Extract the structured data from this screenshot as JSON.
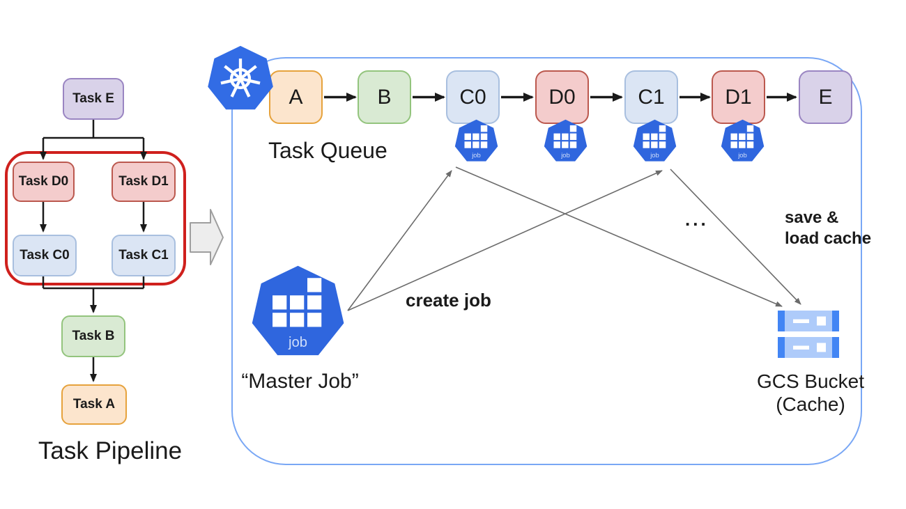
{
  "pipeline": {
    "title": "Task Pipeline",
    "nodes": {
      "e": {
        "label": "Task E",
        "type": "purple"
      },
      "d0": {
        "label": "Task D0",
        "type": "red"
      },
      "d1": {
        "label": "Task D1",
        "type": "red"
      },
      "c0": {
        "label": "Task C0",
        "type": "blue"
      },
      "c1": {
        "label": "Task C1",
        "type": "blue"
      },
      "b": {
        "label": "Task B",
        "type": "green"
      },
      "a": {
        "label": "Task A",
        "type": "orange"
      }
    }
  },
  "queue": {
    "title": "Task Queue",
    "nodes": [
      {
        "label": "A",
        "type": "orange"
      },
      {
        "label": "B",
        "type": "green"
      },
      {
        "label": "C0",
        "type": "blue"
      },
      {
        "label": "D0",
        "type": "red"
      },
      {
        "label": "C1",
        "type": "blue"
      },
      {
        "label": "D1",
        "type": "red"
      },
      {
        "label": "E",
        "type": "purple"
      }
    ]
  },
  "labels": {
    "master_job": "“Master Job”",
    "create_job": "create job",
    "ellipsis": "...",
    "cache_line1": "save &",
    "cache_line2": "load cache",
    "gcs_line1": "GCS Bucket",
    "gcs_line2": "(Cache)",
    "job": "job"
  },
  "colors": {
    "kubernetes_blue": "#326ce5",
    "job_icon_blue": "#2f66de",
    "gcs_bar_light": "#aecbfa",
    "gcs_bar_dark": "#4285f4",
    "cluster_panel_border": "#79a7f5",
    "parallel_group_outline": "#cf201d",
    "node_purple_fill": "#d9d2e9",
    "node_purple_border": "#9a85c2",
    "node_red_fill": "#f4cccc",
    "node_red_border": "#bb584e",
    "node_blue_fill": "#dbe5f4",
    "node_blue_border": "#a8bfdf",
    "node_green_fill": "#d9ead3",
    "node_green_border": "#93c47d",
    "node_orange_fill": "#fce5cd",
    "node_orange_border": "#e6a23c",
    "connector_black": "#1a1a1a",
    "connector_gray": "#6b6b6b",
    "transform_arrow_fill": "#ededed"
  }
}
